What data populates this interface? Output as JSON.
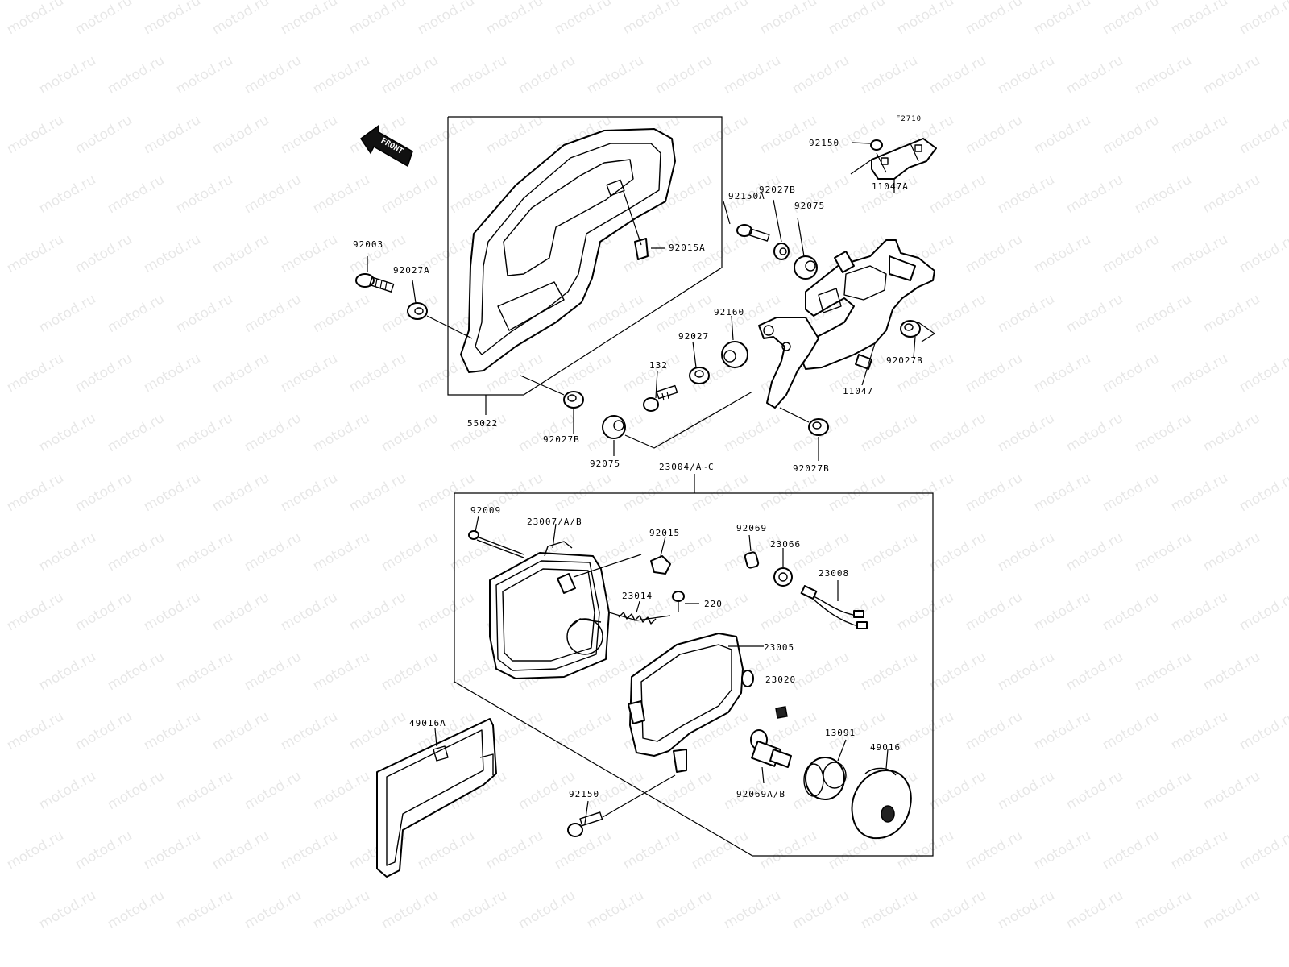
{
  "diagram": {
    "sheet_code": "F2710",
    "front_marker": "FRONT",
    "watermark": "motod.ru",
    "part_labels": {
      "p92150_top": "92150",
      "p11047A": "11047A",
      "p92150A": "92150A",
      "p92027B_1": "92027B",
      "p92075_1": "92075",
      "p92015A": "92015A",
      "p92003": "92003",
      "p92027A": "92027A",
      "p92160": "92160",
      "p92027": "92027",
      "p132": "132",
      "p92027B_2": "92027B",
      "p11047": "11047",
      "p55022": "55022",
      "p92027B_3": "92027B",
      "p92075_2": "92075",
      "p92027B_4": "92027B",
      "p23004": "23004/A~C",
      "p92009": "92009",
      "p23007": "23007/A/B",
      "p92015": "92015",
      "p92069": "92069",
      "p23066": "23066",
      "p23008": "23008",
      "p23014": "23014",
      "p220": "220",
      "p23005": "23005",
      "p23020": "23020",
      "p49016A": "49016A",
      "p13091": "13091",
      "p49016": "49016",
      "p92150_bot": "92150",
      "p92069AB": "92069A/B"
    }
  }
}
